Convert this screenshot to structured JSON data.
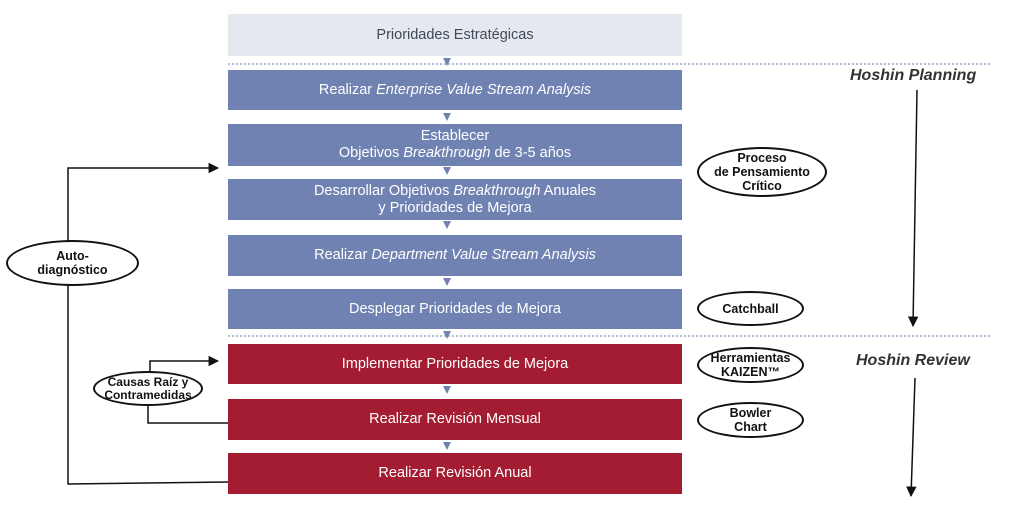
{
  "steps": [
    {
      "id": "prioridades",
      "parts": [
        {
          "t": "Prioridades Estratégicas",
          "i": false
        }
      ]
    },
    {
      "id": "evsa",
      "parts": [
        {
          "t": "Realizar ",
          "i": false
        },
        {
          "t": "Enterprise Value Stream Analysis",
          "i": true
        }
      ]
    },
    {
      "id": "objetivos",
      "line1": "Establecer",
      "parts": [
        {
          "t": "Objetivos ",
          "i": false
        },
        {
          "t": "Breakthrough",
          "i": true
        },
        {
          "t": " de 3-5 años",
          "i": false
        }
      ]
    },
    {
      "id": "anuales",
      "parts": [
        {
          "t": "Desarrollar Objetivos ",
          "i": false
        },
        {
          "t": "Breakthrough",
          "i": true
        },
        {
          "t": " Anuales",
          "i": false
        }
      ],
      "line2": "y Prioridades de Mejora"
    },
    {
      "id": "dvsa",
      "parts": [
        {
          "t": "Realizar ",
          "i": false
        },
        {
          "t": "Department Value Stream Analysis",
          "i": true
        }
      ]
    },
    {
      "id": "desplegar",
      "parts": [
        {
          "t": "Desplegar Prioridades de Mejora",
          "i": false
        }
      ]
    },
    {
      "id": "implementar",
      "parts": [
        {
          "t": "Implementar Prioridades de Mejora",
          "i": false
        }
      ]
    },
    {
      "id": "mensual",
      "parts": [
        {
          "t": "Realizar Revisión Mensual",
          "i": false
        }
      ]
    },
    {
      "id": "anual",
      "parts": [
        {
          "t": "Realizar Revisión Anual",
          "i": false
        }
      ]
    }
  ],
  "ovals": {
    "auto": "Auto-\ndiagnóstico",
    "causas": "Causas Raíz y\nContramedidas",
    "proceso": "Proceso\nde Pensamiento\nCrítico",
    "catchball": "Catchball",
    "kaizen": "Herramientas\nKAIZEN™",
    "bowler": "Bowler\nChart"
  },
  "phases": {
    "planning": "Hoshin Planning",
    "review": "Hoshin Review"
  },
  "colors": {
    "header": "#e5e8ee",
    "planning": "#6f82b2",
    "review": "#a41c31",
    "connector": "#6f82b2"
  }
}
